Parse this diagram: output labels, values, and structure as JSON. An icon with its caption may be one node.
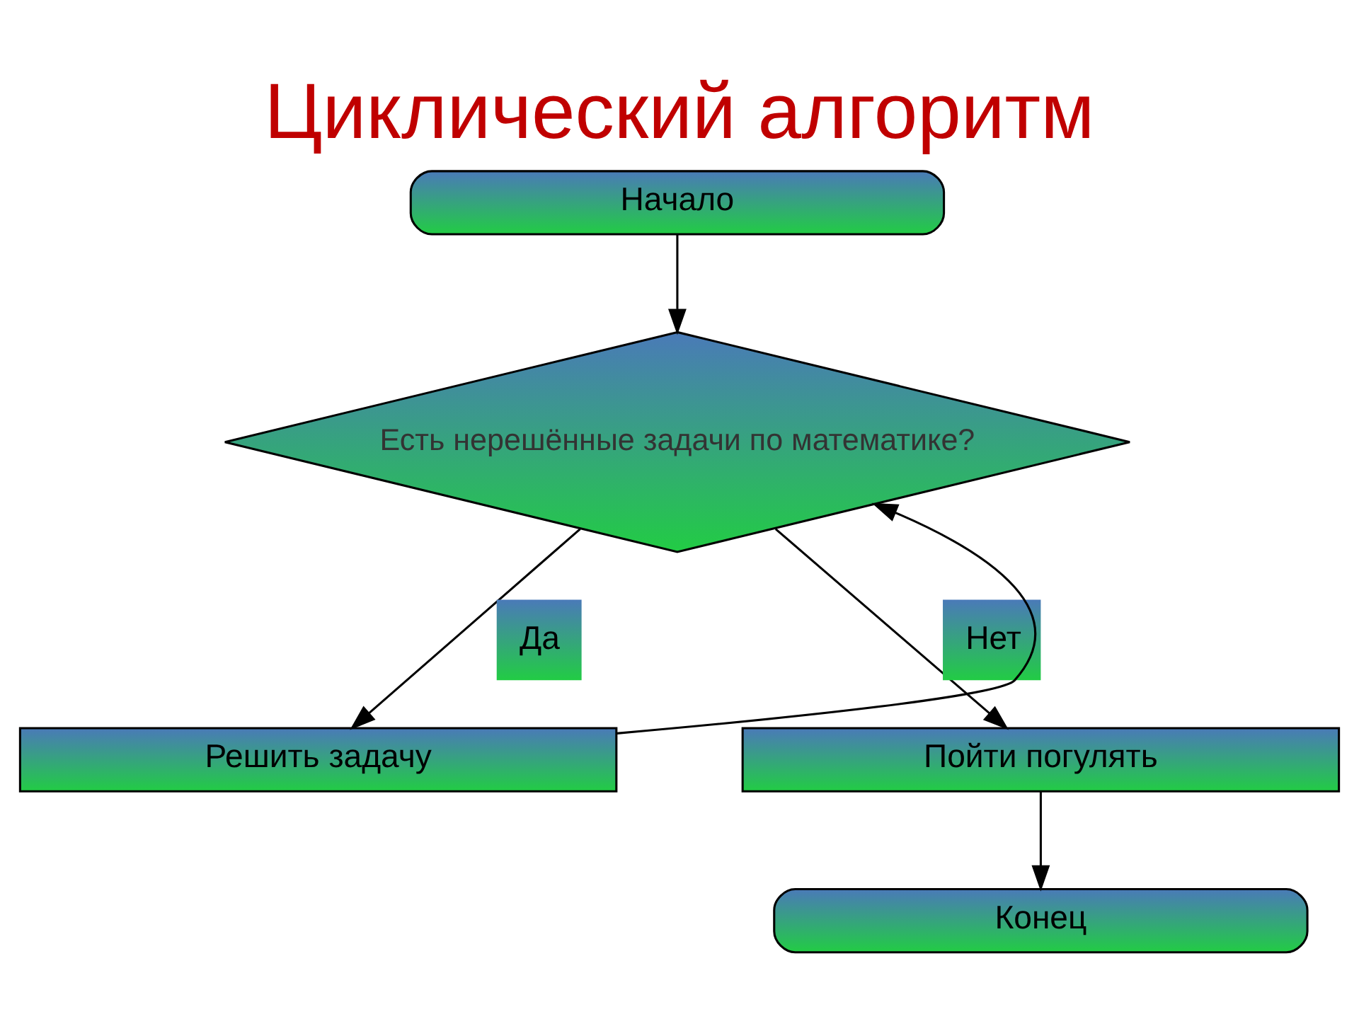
{
  "diagram": {
    "title": "Циклический алгоритм",
    "nodes": [
      {
        "text": [
          "Начало"
        ]
      },
      {
        "text": [
          "Есть нерешённые задачи по математике?"
        ]
      },
      {
        "text": [
          "Решить задачу"
        ]
      },
      {
        "text": [
          "Пойти погулять"
        ]
      },
      {
        "text": [
          "Конец"
        ]
      }
    ],
    "edges": [
      {
        "from": 0,
        "to": 1,
        "arrow": "to"
      },
      {
        "from": 1,
        "to": 2,
        "arrow": "to",
        "label": "Да"
      },
      {
        "from": 2,
        "to": 1,
        "arrow": "to"
      },
      {
        "from": 1,
        "to": 3,
        "arrow": "to",
        "label": "Нет"
      },
      {
        "from": 3,
        "to": 4,
        "arrow": "to"
      }
    ]
  }
}
